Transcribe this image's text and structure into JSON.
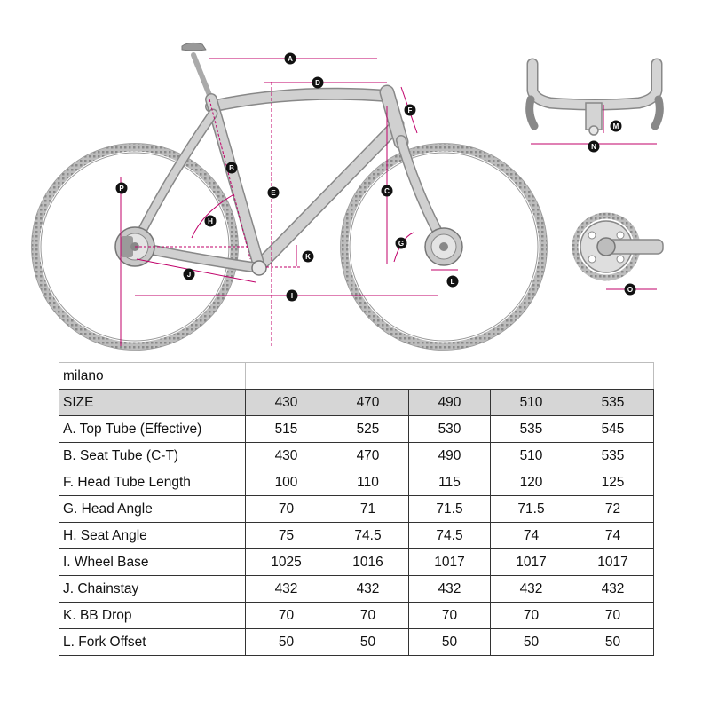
{
  "diagram": {
    "accent_color": "#c0006a",
    "frame_color": "#c8c8c8",
    "labels": [
      "A",
      "B",
      "C",
      "D",
      "E",
      "F",
      "G",
      "H",
      "I",
      "J",
      "K",
      "L",
      "M",
      "N",
      "O",
      "P"
    ]
  },
  "table": {
    "model": "milano",
    "size_label": "SIZE",
    "sizes": [
      "430",
      "470",
      "490",
      "510",
      "535"
    ],
    "rows": [
      {
        "label": "A.  Top Tube (Effective)",
        "values": [
          "515",
          "525",
          "530",
          "535",
          "545"
        ]
      },
      {
        "label": "B.  Seat Tube (C-T)",
        "values": [
          "430",
          "470",
          "490",
          "510",
          "535"
        ]
      },
      {
        "label": "F.  Head Tube Length",
        "values": [
          "100",
          "110",
          "115",
          "120",
          "125"
        ]
      },
      {
        "label": "G.  Head Angle",
        "values": [
          "70",
          "71",
          "71.5",
          "71.5",
          "72"
        ]
      },
      {
        "label": "H.  Seat Angle",
        "values": [
          "75",
          "74.5",
          "74.5",
          "74",
          "74"
        ]
      },
      {
        "label": "I.   Wheel Base",
        "values": [
          "1025",
          "1016",
          "1017",
          "1017",
          "1017"
        ]
      },
      {
        "label": "J.  Chainstay",
        "values": [
          "432",
          "432",
          "432",
          "432",
          "432"
        ]
      },
      {
        "label": "K.  BB Drop",
        "values": [
          "70",
          "70",
          "70",
          "70",
          "70"
        ]
      },
      {
        "label": "L.    Fork Offset",
        "values": [
          "50",
          "50",
          "50",
          "50",
          "50"
        ]
      }
    ]
  }
}
